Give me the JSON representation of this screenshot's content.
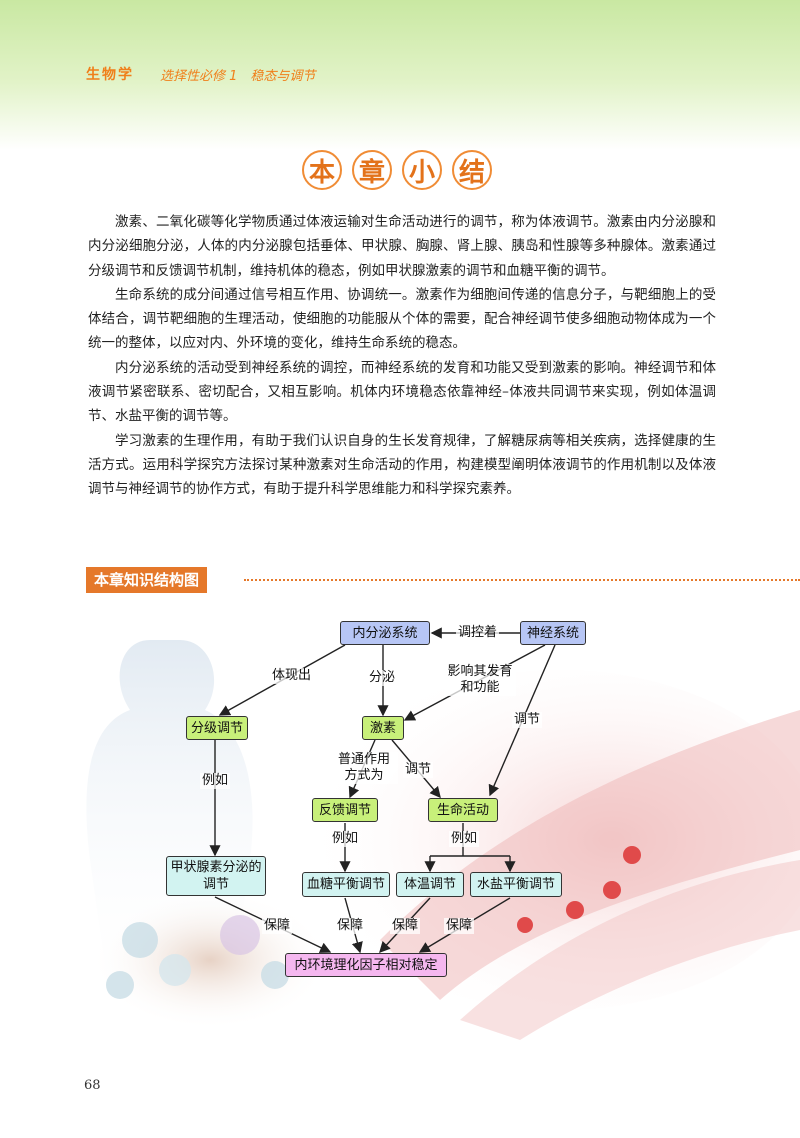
{
  "header": {
    "subject": "生物学",
    "book": "选择性必修 1　稳态与调节"
  },
  "title_chars": [
    "本",
    "章",
    "小",
    "结"
  ],
  "paragraphs": [
    "激素、二氧化碳等化学物质通过体液运输对生命活动进行的调节，称为体液调节。激素由内分泌腺和内分泌细胞分泌，人体的内分泌腺包括垂体、甲状腺、胸腺、肾上腺、胰岛和性腺等多种腺体。激素通过分级调节和反馈调节机制，维持机体的稳态，例如甲状腺激素的调节和血糖平衡的调节。",
    "生命系统的成分间通过信号相互作用、协调统一。激素作为细胞间传递的信息分子，与靶细胞上的受体结合，调节靶细胞的生理活动，使细胞的功能服从个体的需要，配合神经调节使多细胞动物体成为一个统一的整体，以应对内、外环境的变化，维持生命系统的稳态。",
    "内分泌系统的活动受到神经系统的调控，而神经系统的发育和功能又受到激素的影响。神经调节和体液调节紧密联系、密切配合，又相互影响。机体内环境稳态依靠神经–体液共同调节来实现，例如体温调节、水盐平衡的调节等。",
    "学习激素的生理作用，有助于我们认识自身的生长发育规律，了解糖尿病等相关疾病，选择健康的生活方式。运用科学探究方法探讨某种激素对生命活动的作用，构建模型阐明体液调节的作用机制以及体液调节与神经调节的协作方式，有助于提升科学思维能力和科学探究素养。"
  ],
  "section_title": "本章知识结构图",
  "diagram": {
    "nodes": {
      "endocrine": "内分泌系统",
      "nervous": "神经系统",
      "graded": "分级调节",
      "hormone": "激素",
      "feedback": "反馈调节",
      "life": "生命活动",
      "thyroid": "甲状腺素分泌的调节",
      "glucose": "血糖平衡调节",
      "temp": "体温调节",
      "water": "水盐平衡调节",
      "stable": "内环境理化因子相对稳定"
    },
    "labels": {
      "controls": "调控着",
      "manifest": "体现出",
      "secrete": "分泌",
      "affect": "影响其发育和功能",
      "regulate1": "调节",
      "eg1": "例如",
      "common": "普通作用方式为",
      "regulate2": "调节",
      "eg2": "例如",
      "eg3": "例如",
      "guarantee1": "保障",
      "guarantee2": "保障",
      "guarantee3": "保障",
      "guarantee4": "保障"
    },
    "colors": {
      "blue": "#b7c6f5",
      "green": "#c8f07a",
      "teal": "#d2f3f1",
      "pink": "#f5b7ef"
    }
  },
  "page_number": "68"
}
